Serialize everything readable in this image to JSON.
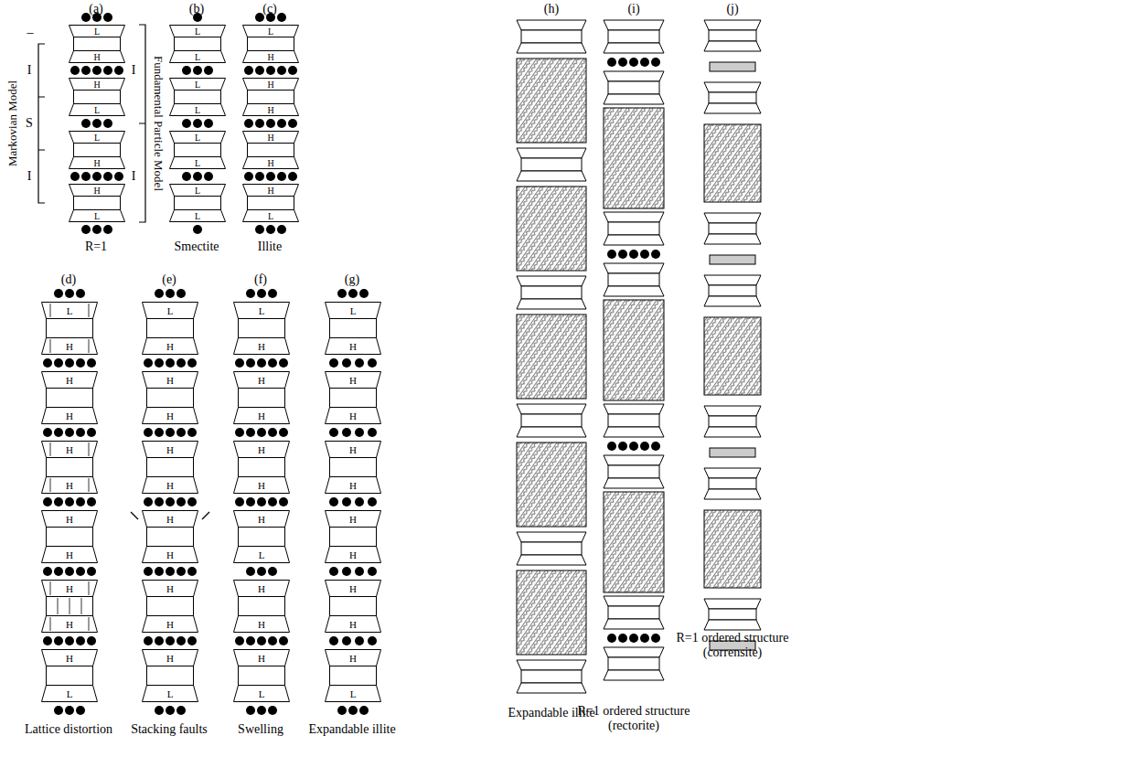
{
  "diagram": {
    "nodes": [
      {
        "text": [
          "L",
          "H"
        ]
      },
      {
        "text": [
          "H",
          "L"
        ]
      },
      {
        "text": [
          "L",
          "H"
        ]
      },
      {
        "text": [
          "H",
          "L"
        ]
      },
      {
        "text": [
          "L",
          "L"
        ]
      },
      {
        "text": [
          "L",
          "L"
        ]
      },
      {
        "text": [
          "L",
          "L"
        ]
      },
      {
        "text": [
          "L",
          "L"
        ]
      },
      {
        "text": [
          "L",
          "H"
        ]
      },
      {
        "text": [
          "H",
          "H"
        ]
      },
      {
        "text": [
          "H",
          "H"
        ]
      },
      {
        "text": [
          "H",
          "L"
        ]
      },
      {
        "text": [
          "L",
          "H"
        ]
      },
      {
        "text": [
          "H",
          "H"
        ]
      },
      {
        "text": [
          "H",
          "H"
        ]
      },
      {
        "text": [
          "H",
          "H"
        ]
      },
      {
        "text": [
          "H",
          "H"
        ]
      },
      {
        "text": [
          "H",
          "L"
        ]
      },
      {
        "text": [
          "L",
          "H"
        ]
      },
      {
        "text": [
          "H",
          "H"
        ]
      },
      {
        "text": [
          "H",
          "H"
        ]
      },
      {
        "text": [
          "H",
          "H"
        ]
      },
      {
        "text": [
          "H",
          "H"
        ]
      },
      {
        "text": [
          "H",
          "L"
        ]
      },
      {
        "text": [
          "L",
          "H"
        ]
      },
      {
        "text": [
          "H",
          "H"
        ]
      },
      {
        "text": [
          "H",
          "H"
        ]
      },
      {
        "text": [
          "H",
          "L"
        ]
      },
      {
        "text": [
          "H",
          "H"
        ]
      },
      {
        "text": [
          "H",
          "L"
        ]
      },
      {
        "text": [
          "L",
          "H"
        ]
      },
      {
        "text": [
          "H",
          "H"
        ]
      },
      {
        "text": [
          "H",
          "H"
        ]
      },
      {
        "text": [
          "H",
          "H"
        ]
      },
      {
        "text": [
          "H",
          "H"
        ]
      },
      {
        "text": [
          "H",
          "L"
        ]
      }
    ],
    "labels": [
      "(a)",
      "(b)",
      "(c)",
      "(d)",
      "(e)",
      "(f)",
      "(g)",
      "(h)",
      "(i)",
      "(j)",
      "–",
      "Markovian Model",
      "I",
      "S",
      "I",
      "Fundamental Particle Model",
      "I",
      "I",
      "R=1",
      "Smectite",
      "Illite",
      "Lattice distortion",
      "Stacking faults",
      "Swelling",
      "Expandable illite",
      "Expandable illite",
      "R=1 ordered structure (rectorite)",
      "R=1 ordered structure (corrensite)"
    ]
  }
}
